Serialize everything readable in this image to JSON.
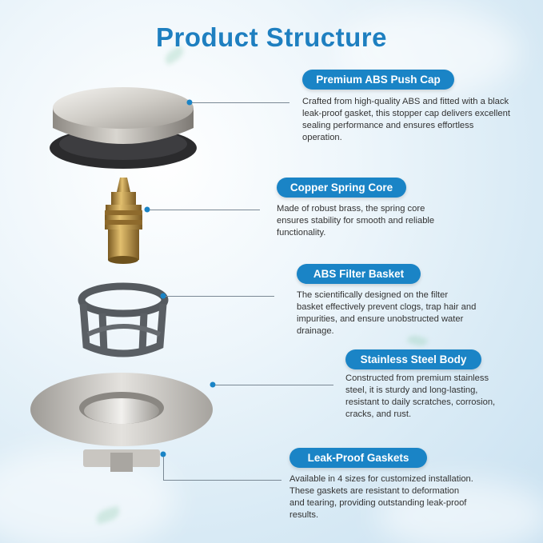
{
  "title": "Product Structure",
  "components": [
    {
      "label": "Premium ABS Push Cap",
      "description": "Crafted from high-quality ABS and fitted with a black leak-proof gasket, this stopper cap delivers excellent sealing performance and ensures effortless operation."
    },
    {
      "label": "Copper Spring Core",
      "description": "Made of robust brass, the spring core ensures stability for smooth and reliable functionality."
    },
    {
      "label": "ABS Filter Basket",
      "description": "The scientifically designed on the filter basket effectively prevent clogs, trap hair and impurities, and ensure unobstructed water drainage."
    },
    {
      "label": "Stainless Steel Body",
      "description": "Constructed from premium stainless steel, it is sturdy and long-lasting, resistant to daily scratches, corrosion, cracks, and rust."
    },
    {
      "label": "Leak-Proof Gaskets",
      "description": "Available in 4 sizes for customized installation. These gaskets are resistant to deformation and tearing, providing outstanding leak-proof results."
    }
  ],
  "colors": {
    "accent": "#1a84c6",
    "title": "#1e7fc0",
    "text": "#333333"
  }
}
